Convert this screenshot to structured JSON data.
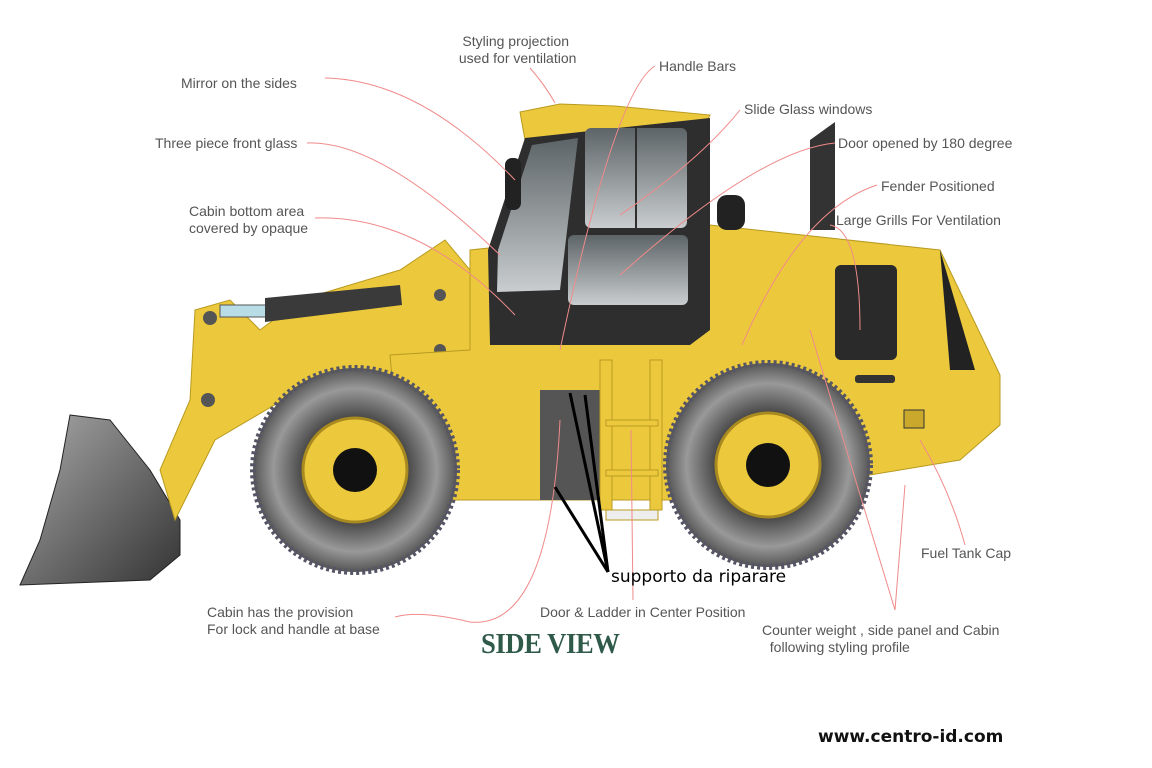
{
  "labels": {
    "styling_projection": "Styling projection\n used for ventilation",
    "handle_bars": "Handle Bars",
    "mirror": "Mirror on the sides",
    "slide_glass": "Slide Glass windows",
    "front_glass": "Three piece front glass",
    "door_opened": "Door opened by 180 degree",
    "fender": "Fender Positioned",
    "cabin_bottom": "Cabin bottom area\ncovered by opaque",
    "grills": "Large Grills For Ventilation",
    "fuel_cap": "Fuel Tank Cap",
    "cabin_lock": "Cabin has the provision\nFor lock and handle at base",
    "door_ladder": "Door & Ladder in Center Position",
    "counter_weight": "Counter weight , side panel and Cabin\n  following styling profile"
  },
  "annotation": "supporto da riparare",
  "title": "SIDE VIEW",
  "website": "www.centro-id.com",
  "colors": {
    "body": "#ecc93c",
    "cab": "#2e2e2e",
    "leader": "#f08a8a",
    "title": "#2f5a4a"
  }
}
